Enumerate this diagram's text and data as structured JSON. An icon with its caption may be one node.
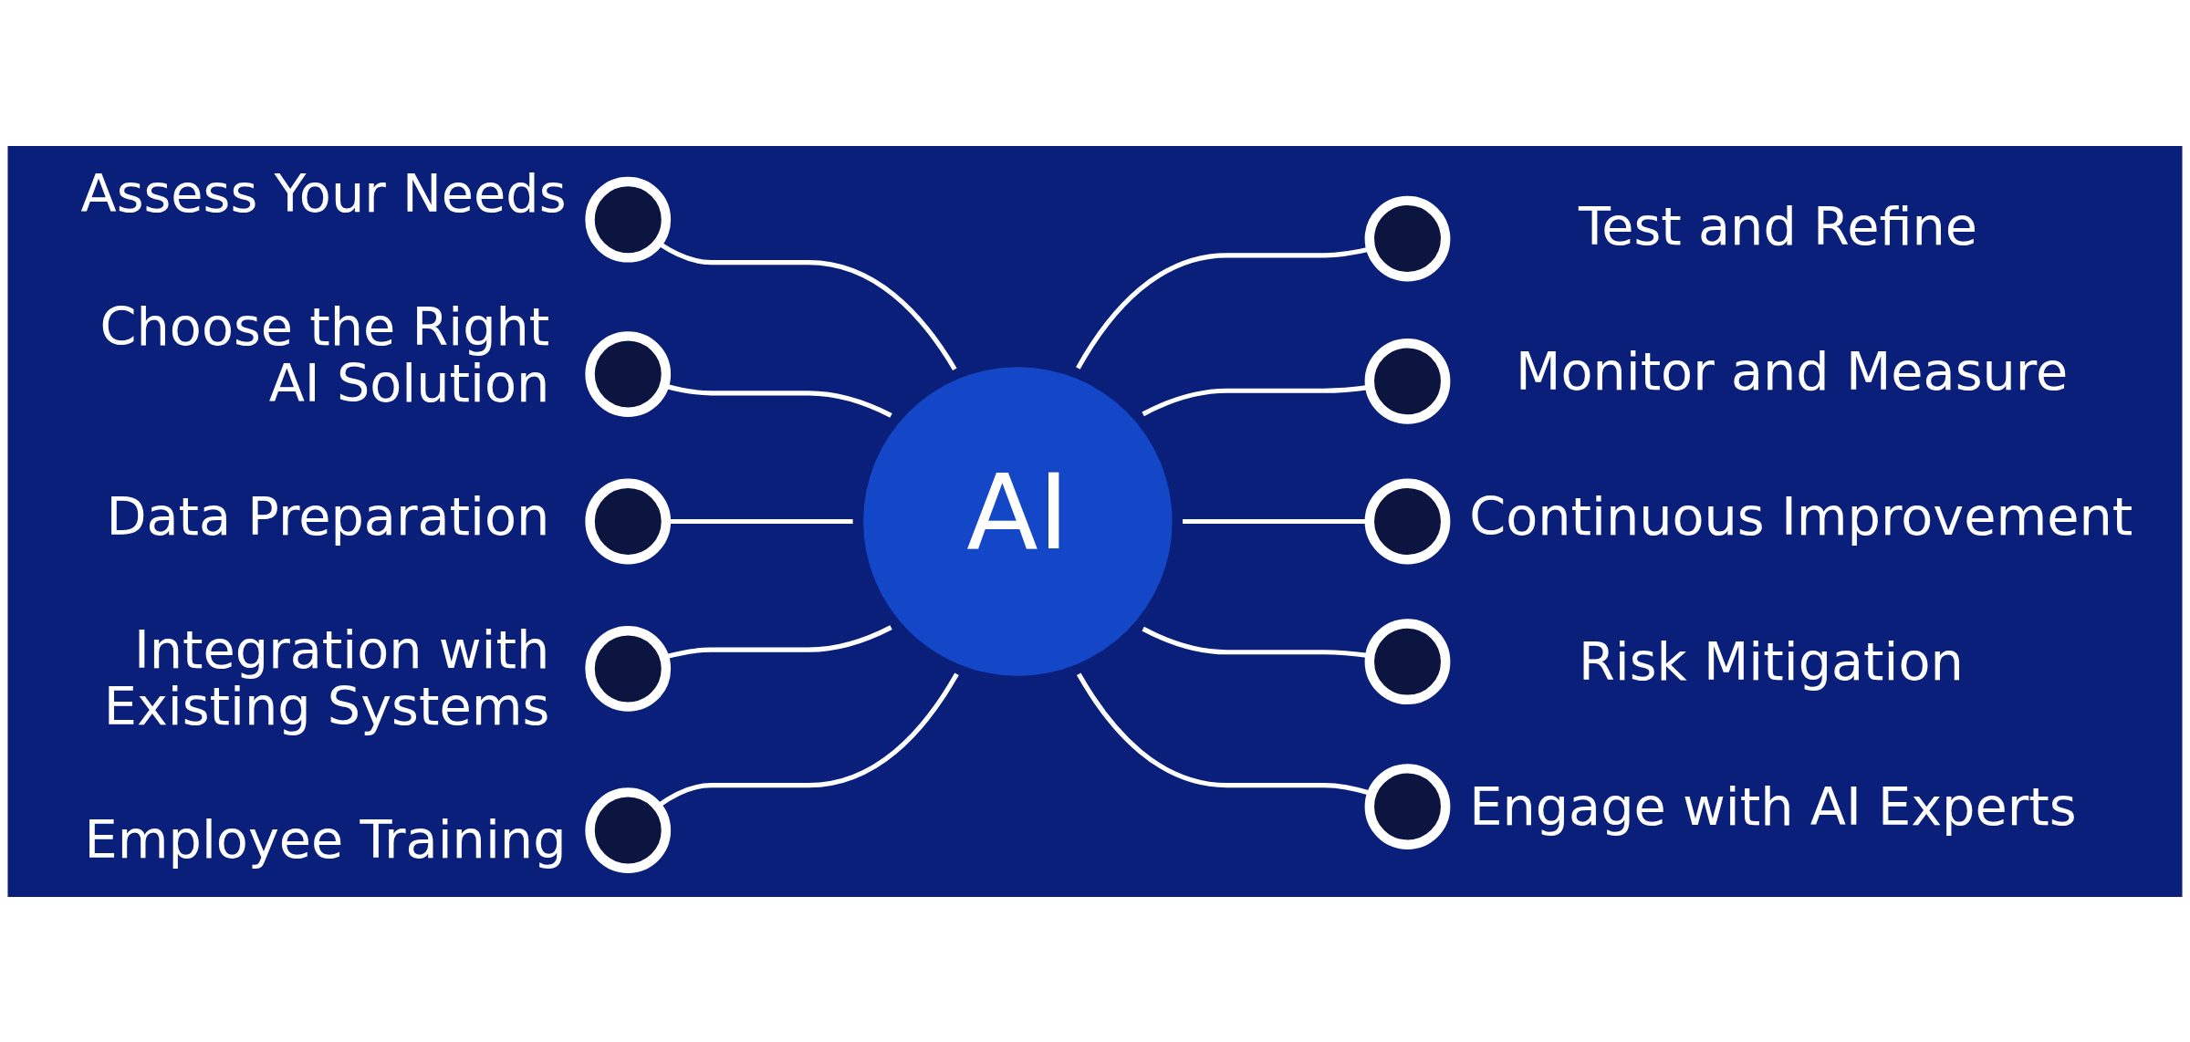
{
  "diagram": {
    "nodes": [
      {
        "text": [
          "AI"
        ]
      },
      {
        "text": [],
        "shape": "circle",
        "beside": [
          "Assess Your Needs"
        ]
      },
      {
        "text": [],
        "shape": "circle",
        "beside": [
          "Choose the Right AI Solution"
        ]
      },
      {
        "text": [],
        "shape": "circle",
        "beside": [
          "Data Preparation"
        ]
      },
      {
        "text": [],
        "shape": "circle",
        "beside": [
          "Integration with Existing Systems"
        ]
      },
      {
        "text": [],
        "shape": "circle",
        "beside": [
          "Employee Training"
        ]
      },
      {
        "text": [],
        "shape": "circle",
        "beside": [
          "Test and Refine"
        ]
      },
      {
        "text": [],
        "shape": "circle",
        "beside": [
          "Monitor and Measure"
        ]
      },
      {
        "text": [],
        "shape": "circle",
        "beside": [
          "Continuous Improvement"
        ]
      },
      {
        "text": [],
        "shape": "circle",
        "beside": [
          "Risk Mitigation"
        ]
      },
      {
        "text": [],
        "shape": "circle",
        "beside": [
          "Engage with AI Experts"
        ]
      }
    ],
    "edges": [
      {
        "from": 1,
        "to": 0,
        "arrow": "none"
      },
      {
        "from": 2,
        "to": 0,
        "arrow": "none"
      },
      {
        "from": 3,
        "to": 0,
        "arrow": "none"
      },
      {
        "from": 4,
        "to": 0,
        "arrow": "none"
      },
      {
        "from": 5,
        "to": 0,
        "arrow": "none"
      },
      {
        "from": 0,
        "to": 6,
        "arrow": "none"
      },
      {
        "from": 0,
        "to": 7,
        "arrow": "none"
      },
      {
        "from": 0,
        "to": 8,
        "arrow": "none"
      },
      {
        "from": 0,
        "to": 9,
        "arrow": "none"
      },
      {
        "from": 0,
        "to": 10,
        "arrow": "none"
      }
    ]
  }
}
